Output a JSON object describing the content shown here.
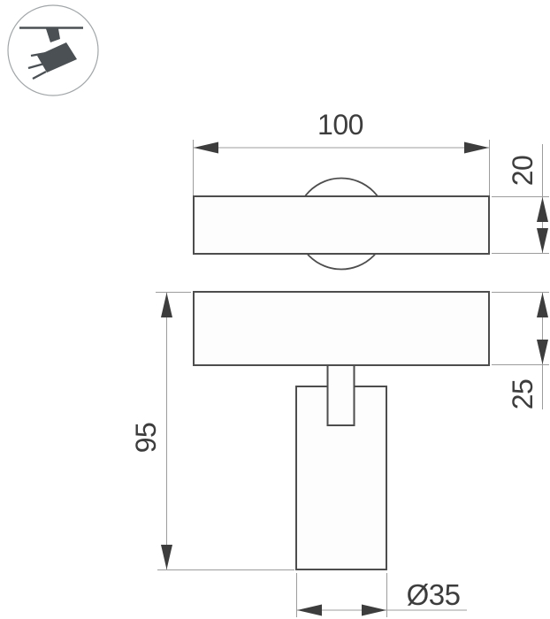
{
  "drawing": {
    "title": "track-spotlight-dimension-drawing",
    "dimension_labels": {
      "track_width": "100",
      "track_height": "20",
      "plate_height": "25",
      "total_height": "95",
      "body_diameter": "Ø35"
    }
  },
  "icons": {
    "corner_badge": "track-spotlight-icon"
  },
  "colors": {
    "background": "#ffffff",
    "outline": "#4d4d4d",
    "dimension_line": "#9c9c9c",
    "dimension_text": "#3d3d3d",
    "arrow": "#3d3d3d",
    "icon_fill": "#4b5054",
    "icon_circle_stroke": "#a2a6a8"
  }
}
